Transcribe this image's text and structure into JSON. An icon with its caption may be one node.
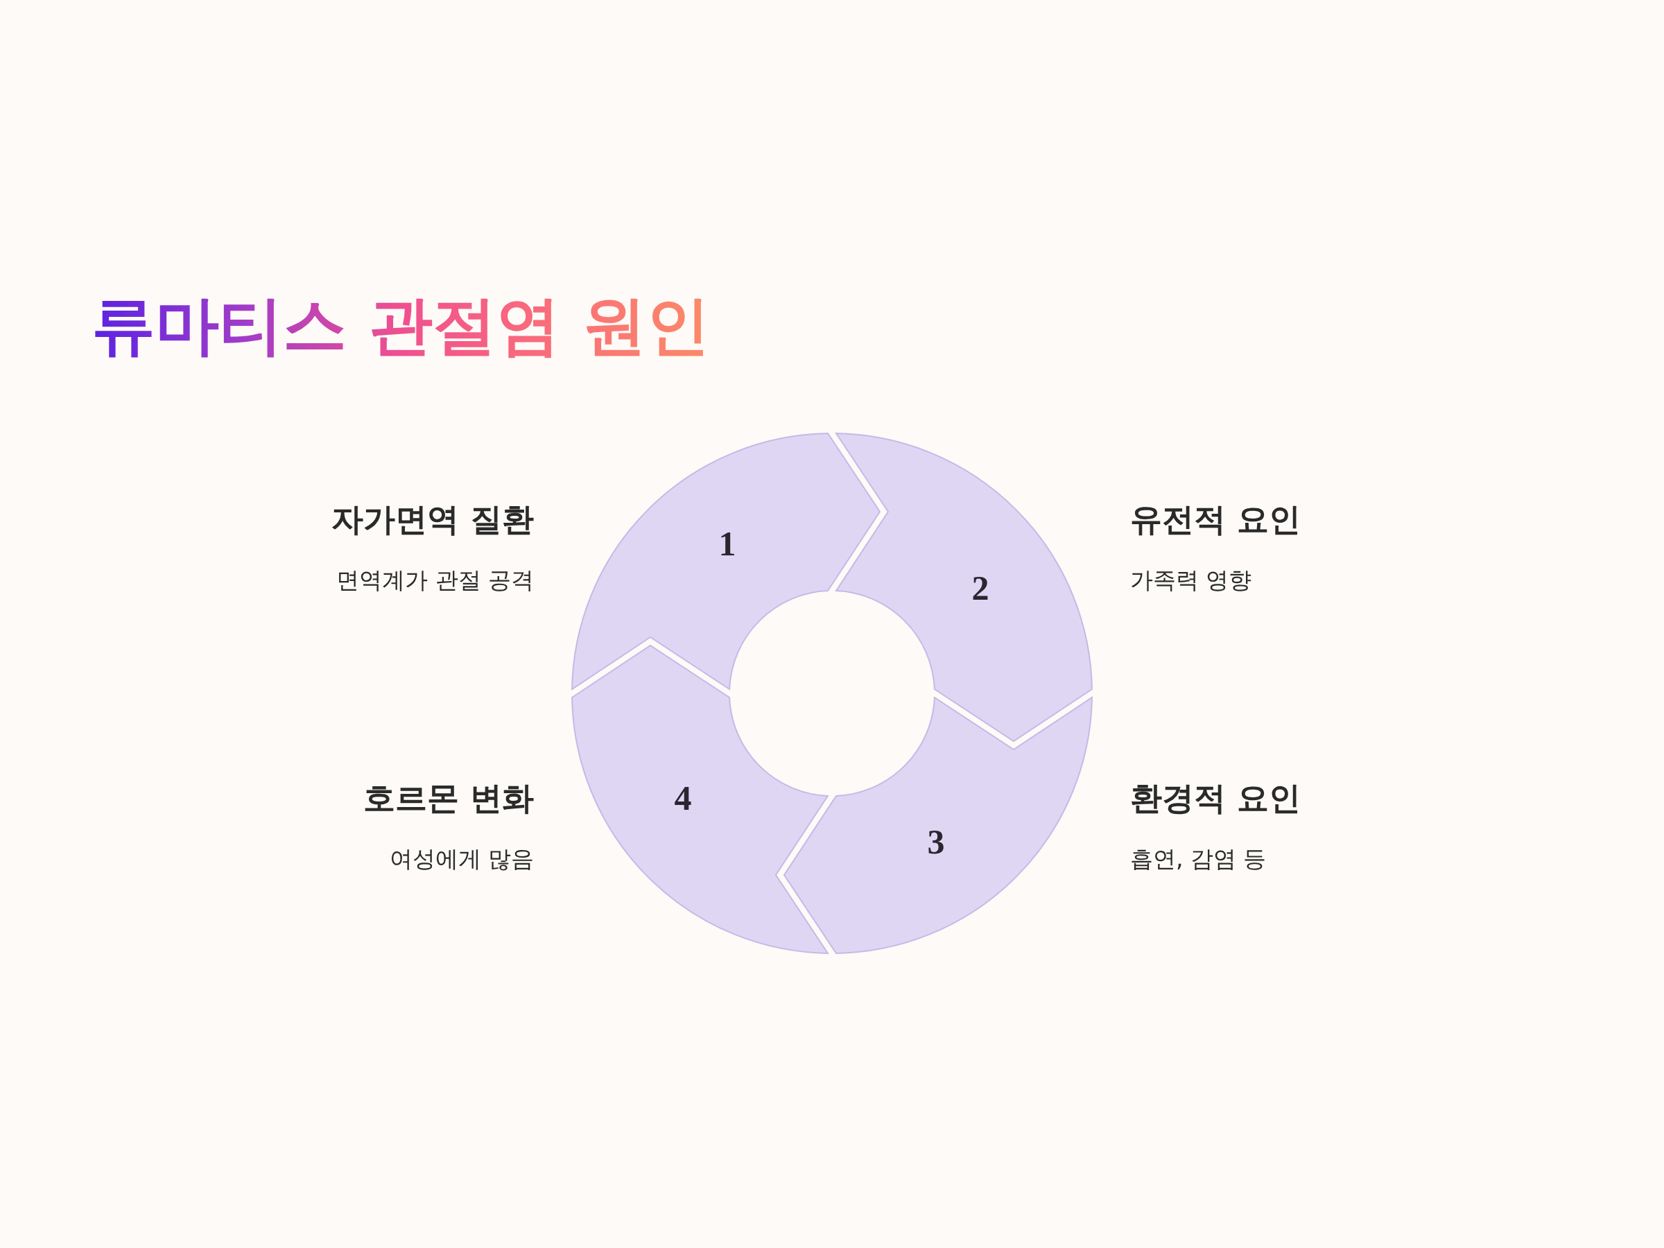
{
  "diagram": {
    "title": "류마티스 관절염 원인",
    "nodes": [
      {
        "text": [
          "1"
        ],
        "beside": [
          "자가면역 질환",
          "면역계가 관절 공격"
        ]
      },
      {
        "text": [
          "2"
        ],
        "beside": [
          "유전적 요인",
          "가족력 영향"
        ]
      },
      {
        "text": [
          "3"
        ],
        "beside": [
          "환경적 요인",
          "흡연, 감염 등"
        ]
      },
      {
        "text": [
          "4"
        ],
        "beside": [
          "호르몬 변화",
          "여성에게 많음"
        ]
      }
    ]
  }
}
